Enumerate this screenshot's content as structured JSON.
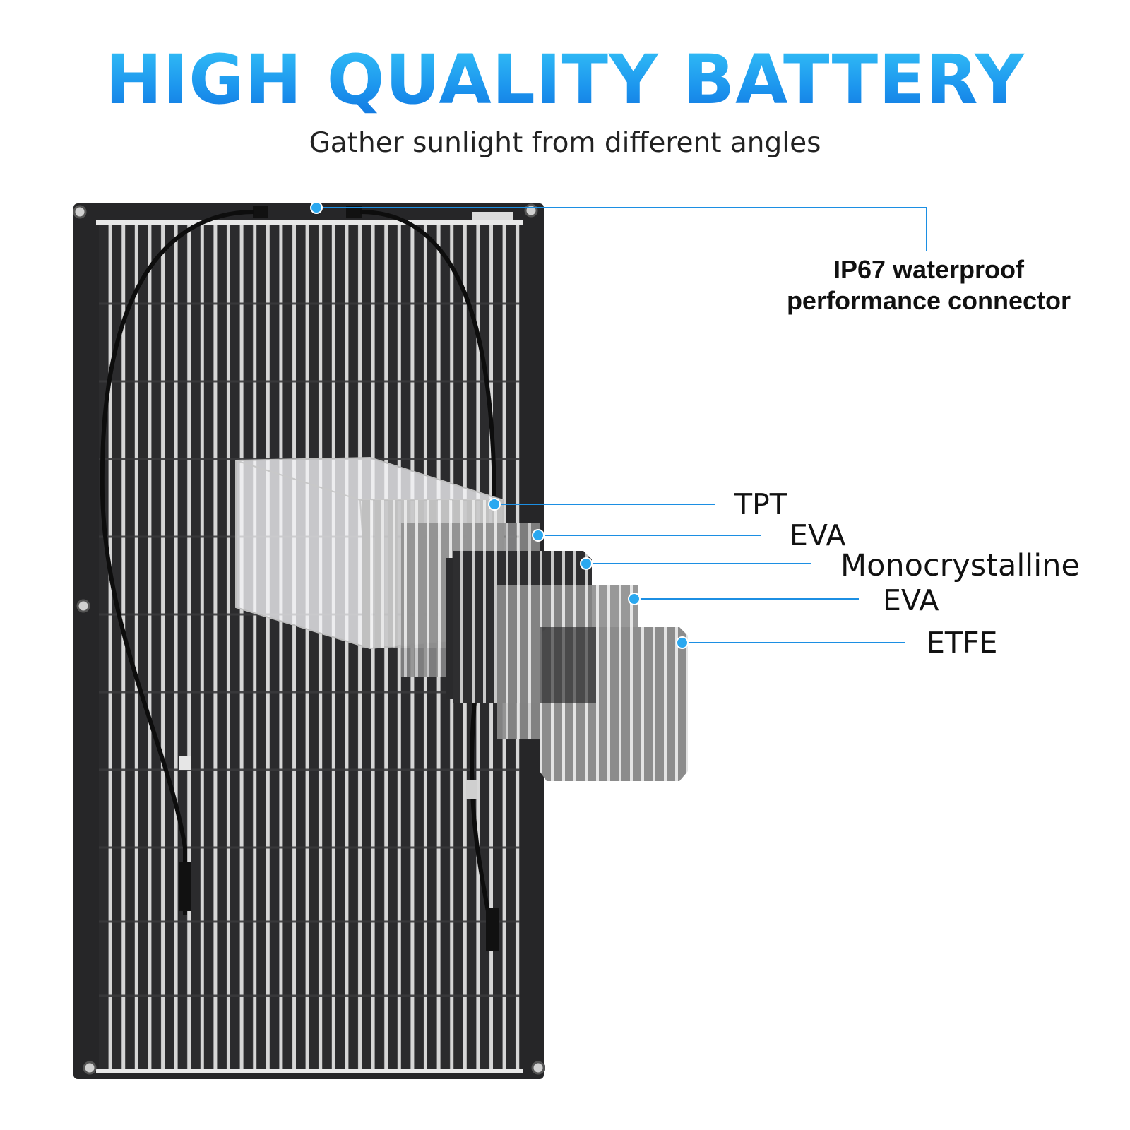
{
  "headline": "HIGH QUALITY BATTERY",
  "subheadline": "Gather sunlight from different angles",
  "connector_callout": {
    "line1": "IP67 waterproof",
    "line2": "performance connector"
  },
  "layers": [
    {
      "label": "TPT"
    },
    {
      "label": "EVA"
    },
    {
      "label": "Monocrystalline"
    },
    {
      "label": "EVA"
    },
    {
      "label": "ETFE"
    }
  ],
  "colors": {
    "headline_gradient_top": "#35c4f7",
    "headline_gradient_bottom": "#1176e0",
    "callout_line": "#1c8fe3",
    "callout_dot": "#2aa8f0",
    "panel": "#2b2b2d",
    "panel_grid": "#d9d9d9"
  }
}
